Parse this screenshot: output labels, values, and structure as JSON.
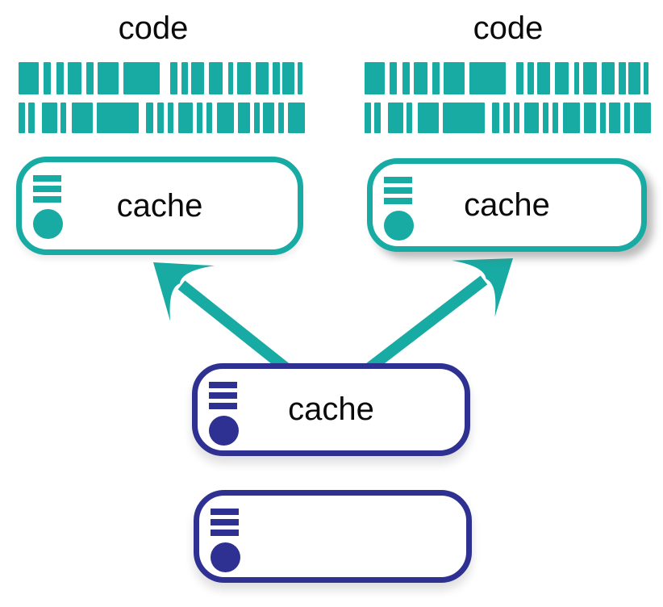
{
  "colors": {
    "teal": "#17ABA3",
    "navy": "#2E3192",
    "text": "#0A0A0A",
    "bg": "#FFFFFF"
  },
  "labels": {
    "code_left": "code",
    "code_right": "code"
  },
  "nodes": {
    "top_left": {
      "label": "cache",
      "style": "teal"
    },
    "top_right": {
      "label": "cache",
      "style": "teal"
    },
    "middle": {
      "label": "cache",
      "style": "navy"
    },
    "bottom": {
      "label": "",
      "style": "navy"
    }
  },
  "arrows": [
    {
      "from": "middle",
      "to": "top_left"
    },
    {
      "from": "middle",
      "to": "top_right"
    }
  ],
  "barcode": {
    "rows": [
      {
        "height": 40,
        "bars": [
          [
            25,
            6
          ],
          [
            9,
            7
          ],
          [
            9,
            5
          ],
          [
            17,
            6
          ],
          [
            9,
            5
          ],
          [
            26,
            6
          ],
          [
            45,
            13
          ],
          [
            9,
            5
          ],
          [
            8,
            4
          ],
          [
            16,
            6
          ],
          [
            17,
            7
          ],
          [
            6,
            5
          ],
          [
            17,
            6
          ],
          [
            16,
            5
          ],
          [
            9,
            3
          ],
          [
            15,
            4
          ],
          [
            6,
            0
          ]
        ]
      },
      {
        "height": 38,
        "bars": [
          [
            8,
            4
          ],
          [
            8,
            9
          ],
          [
            19,
            4
          ],
          [
            7,
            7
          ],
          [
            26,
            5
          ],
          [
            52,
            9
          ],
          [
            9,
            5
          ],
          [
            8,
            5
          ],
          [
            7,
            6
          ],
          [
            18,
            5
          ],
          [
            7,
            5
          ],
          [
            7,
            6
          ],
          [
            21,
            5
          ],
          [
            15,
            5
          ],
          [
            7,
            4
          ],
          [
            14,
            5
          ],
          [
            7,
            5
          ],
          [
            21,
            0
          ]
        ]
      }
    ]
  }
}
